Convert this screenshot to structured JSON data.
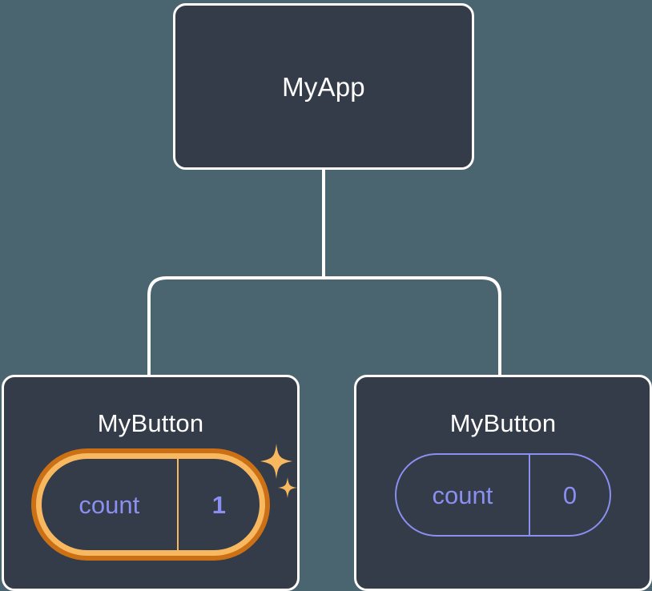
{
  "diagram": {
    "type": "component-tree",
    "background_color": "#4a6570",
    "node_fill_color": "#343b49",
    "node_border_color": "#ffffff",
    "edge_color": "#ffffff",
    "accent_highlight_color": "#f7b85f",
    "accent_highlight_outer_color": "#cc7016",
    "state_text_color": "#8a8ff0",
    "root": {
      "title": "MyApp"
    },
    "children": [
      {
        "title": "MyButton",
        "state": {
          "key": "count",
          "value": "1"
        },
        "highlighted": true,
        "sparkle_icon": "sparkles-icon"
      },
      {
        "title": "MyButton",
        "state": {
          "key": "count",
          "value": "0"
        },
        "highlighted": false
      }
    ]
  }
}
